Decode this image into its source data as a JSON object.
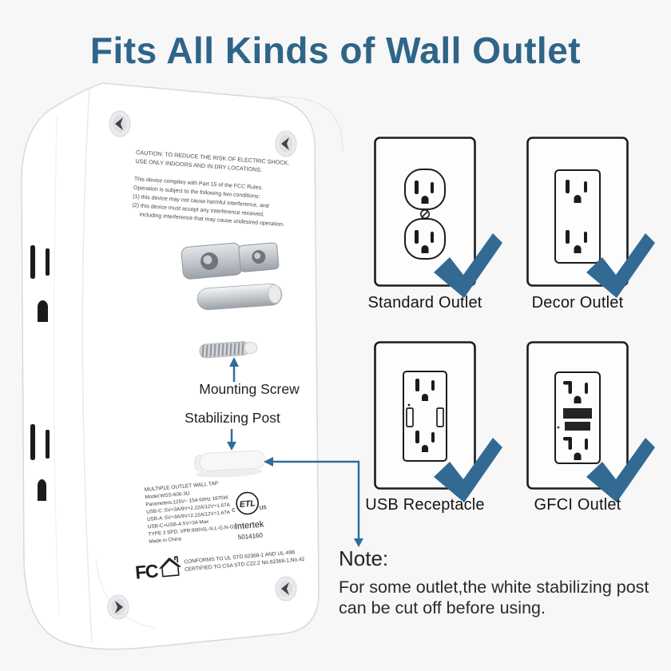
{
  "title": "Fits All Kinds of Wall Outlet",
  "colors": {
    "title_blue": "#2e6588",
    "accent_blue": "#2f6d9b",
    "check_blue": "#336a93"
  },
  "device": {
    "caution_lines": [
      "CAUTION: TO REDUCE THE RISK OF ELECTRIC SHOCK,",
      "USE ONLY INDOORS AND IN DRY LOCATIONS."
    ],
    "fcc_statement_lines": [
      "This device complies with Part 15 of the FCC Rules.",
      "Operation is subject to the following two conditions:",
      "(1) this device may not cause harmful interference, and",
      "(2) this device must accept any interference received,",
      "including interference that may cause undesired operation."
    ],
    "spec_lines": [
      "MULTIPLE OUTLET WALL TAP",
      "Model:WSS-606-3U",
      "Parameters:125V~ 15A 60Hz 1875W",
      "USB-C :5V=3A/9V=2.22A/12V=1.67A",
      "USB-A :5V=3A/9V=2.22A/12V=1.67A",
      "USB-C+USB-A:5V=3A Max",
      "TYPE 3 SPD, VPR:800V(L-N,L-G,N-G)",
      "Made in China"
    ],
    "etl": {
      "left": "c",
      "mark": "ETL",
      "right": "us",
      "company": "Intertek",
      "number": "5014160"
    },
    "fcc_logo": "FC",
    "conformity_lines": [
      "CONFORMS TO UL STD.62368-1 AND UL-498",
      "CERTIFIED TO CSA STD.C22.2 No.62368-1,No.42"
    ],
    "annotations": {
      "mounting_screw": "Mounting Screw",
      "stabilizing_post": "Stabilizing Post"
    }
  },
  "outlets": [
    {
      "label": "Standard Outlet"
    },
    {
      "label": "Decor Outlet"
    },
    {
      "label": "USB Receptacle"
    },
    {
      "label": "GFCI Outlet"
    }
  ],
  "note": {
    "heading": "Note:",
    "lines": [
      "For some outlet,the white stabilizing post",
      "can be cut off before using."
    ]
  }
}
